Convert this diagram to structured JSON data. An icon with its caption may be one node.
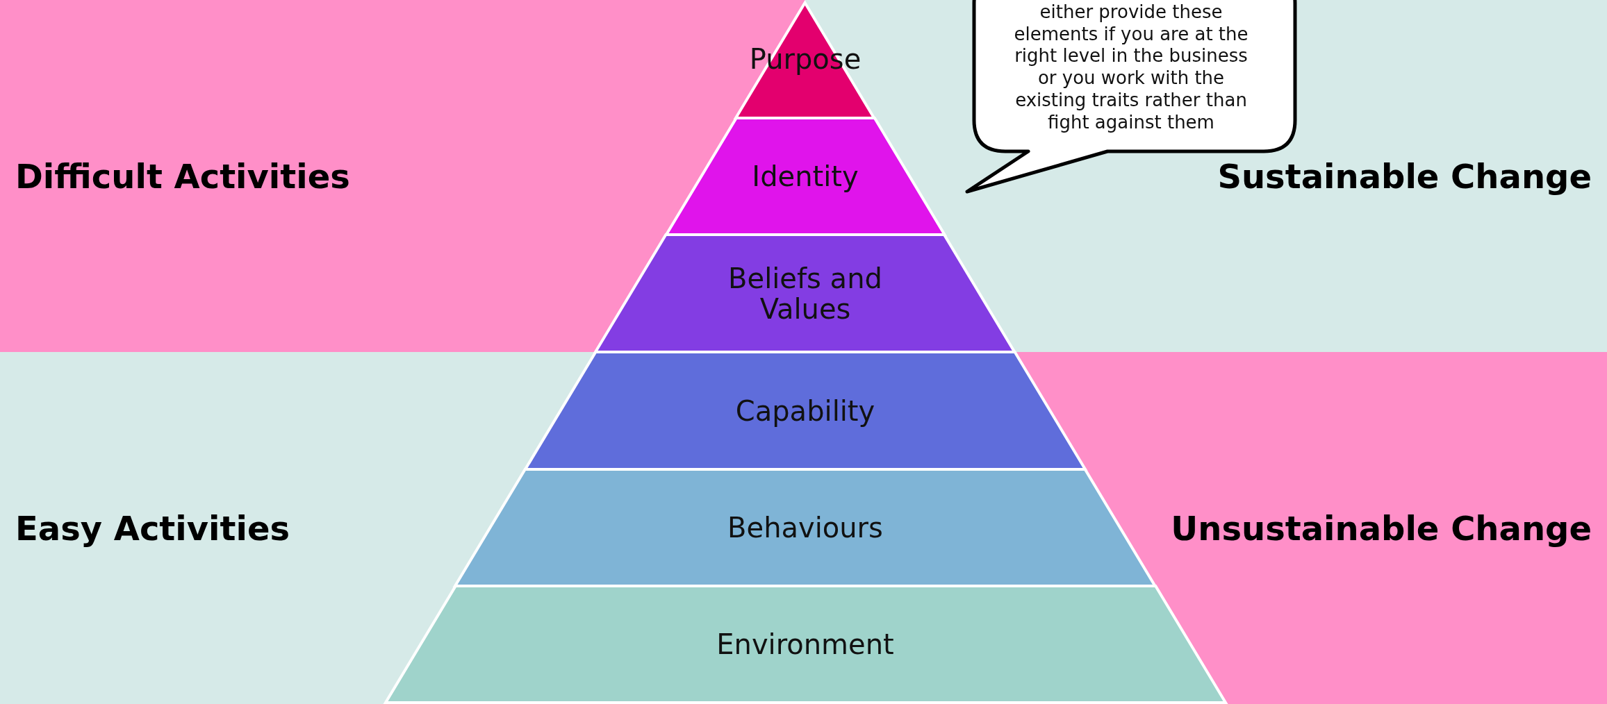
{
  "diagram": {
    "nodes": [
      {
        "text": [
          "Difficult Activities"
        ]
      },
      {
        "text": [
          "Sustainable Change"
        ]
      },
      {
        "text": [
          "Easy Activities"
        ]
      },
      {
        "text": [
          "Unsustainable Change"
        ]
      },
      {
        "text": [
          "Purpose"
        ]
      },
      {
        "text": [
          "Identity"
        ]
      },
      {
        "text": [
          "Beliefs and Values"
        ]
      },
      {
        "text": [
          "Capability"
        ]
      },
      {
        "text": [
          "Behaviours"
        ]
      },
      {
        "text": [
          "Environment"
        ]
      },
      {
        "text": [
          "either provide these elements if you are at the right level in the business or you work with the existing traits rather than fight against them"
        ]
      }
    ],
    "edges": []
  }
}
